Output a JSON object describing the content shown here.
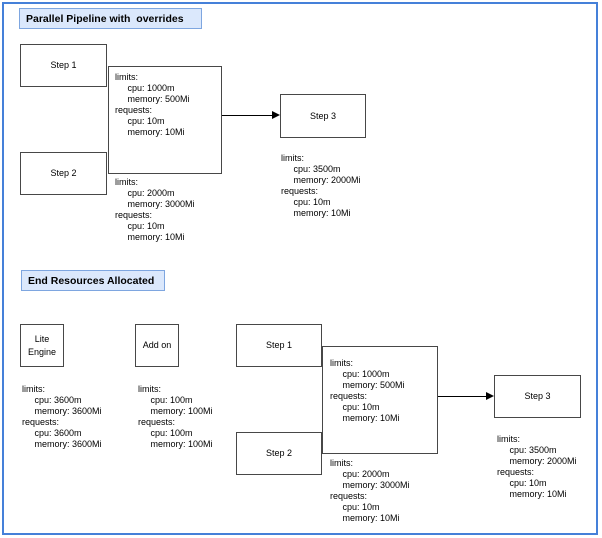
{
  "colors": {
    "frame_border": "#4580d9",
    "title_fill": "#dbe8fc",
    "title_border": "#7ea6e0",
    "node_border": "#474747",
    "arrow": "#000000"
  },
  "top": {
    "title": "Parallel Pipeline with  overrides",
    "step1_label": "Step 1",
    "step2_label": "Step 2",
    "step3_label": "Step 3",
    "step1_resources": "limits:\n     cpu: 1000m\n     memory: 500Mi\nrequests:\n     cpu: 10m\n     memory: 10Mi",
    "step2_resources": "limits:\n     cpu: 2000m\n     memory: 3000Mi\nrequests:\n     cpu: 10m\n     memory: 10Mi",
    "step3_resources": "limits:\n     cpu: 3500m\n     memory: 2000Mi\nrequests:\n     cpu: 10m\n     memory: 10Mi"
  },
  "bottom": {
    "title": "End Resources Allocated",
    "lite_engine_label": "Lite\nEngine",
    "add_on_label": "Add on",
    "step1_label": "Step 1",
    "step2_label": "Step 2",
    "step3_label": "Step 3",
    "lite_engine_resources": "limits:\n     cpu: 3600m\n     memory: 3600Mi\nrequests:\n     cpu: 3600m\n     memory: 3600Mi",
    "add_on_resources": "limits:\n     cpu: 100m\n     memory: 100Mi\nrequests:\n     cpu: 100m\n     memory: 100Mi",
    "step1_resources": "limits:\n     cpu: 1000m\n     memory: 500Mi\nrequests:\n     cpu: 10m\n     memory: 10Mi",
    "step2_resources": "limits:\n     cpu: 2000m\n     memory: 3000Mi\nrequests:\n     cpu: 10m\n     memory: 10Mi",
    "step3_resources": "limits:\n     cpu: 3500m\n     memory: 2000Mi\nrequests:\n     cpu: 10m\n     memory: 10Mi"
  }
}
